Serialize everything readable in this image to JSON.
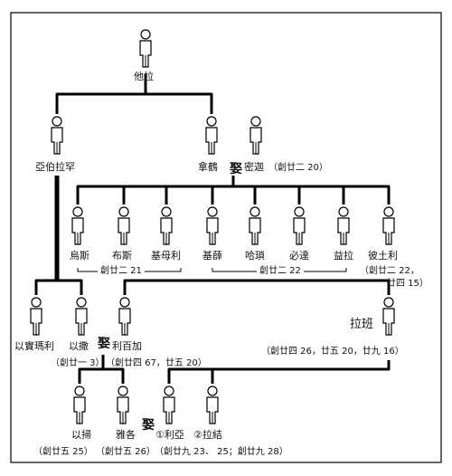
{
  "people": {
    "terah": "他拉",
    "abraham": "亞伯拉罕",
    "nahor": "拿鶴",
    "milcah": "密迦",
    "uz": "烏斯",
    "buz": "布斯",
    "kemuel": "基母利",
    "kesed": "基薛",
    "hazo": "哈瑣",
    "pildash": "必達",
    "jidlaph": "益拉",
    "bethuel": "彼土利",
    "ishmael": "以實瑪利",
    "isaac": "以撒",
    "rebekah": "利百加",
    "laban": "拉班",
    "esau": "以掃",
    "jacob": "雅各",
    "leah": "①利亞",
    "rachel": "②拉結"
  },
  "marriage_mark": "娶",
  "refs": {
    "milcah": "（創廿二 20）",
    "group1": "創廿二 21",
    "group2": "創廿二 22",
    "bethuel_a": "（創廿二 22，",
    "bethuel_b": "廿四 15）",
    "isaac": "（創廿一 3）",
    "rebekah": "（創廿四 67，廿五 20）",
    "laban": "（創廿四 26，廿五 20，廿九 16）",
    "esau": "（創廿五 25）",
    "jacob": "（創廿五 26）",
    "wives": "（創廿九 23、 25；創廿九 28）"
  },
  "colors": {
    "ink": "#000000",
    "figure": "#ffffff"
  }
}
